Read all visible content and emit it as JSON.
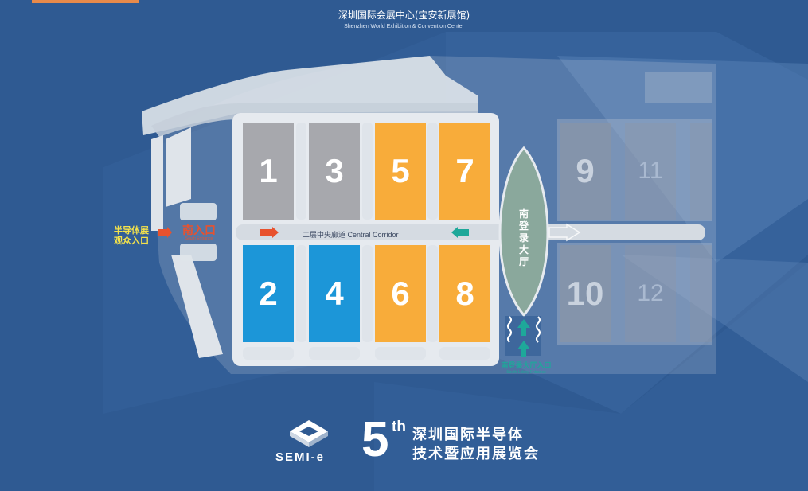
{
  "header": {
    "venue_cn": "深圳国际会展中心(宝安新展馆)",
    "venue_en": "Shenzhen World Exhibition & Convention Center"
  },
  "colors": {
    "background": "#2f5a92",
    "hall_gray": "#a7a8ad",
    "hall_blue": "#1c96d8",
    "hall_orange": "#f8ac3a",
    "lobby": "#8aa89c",
    "entrance_red": "#e8522e",
    "visitor_yellow": "#f4e24b",
    "lobby_teal": "#1ea89a"
  },
  "halls": [
    {
      "label": "1",
      "color": "gray"
    },
    {
      "label": "3",
      "color": "gray"
    },
    {
      "label": "5",
      "color": "orange"
    },
    {
      "label": "7",
      "color": "orange"
    },
    {
      "label": "2",
      "color": "blue"
    },
    {
      "label": "4",
      "color": "blue"
    },
    {
      "label": "6",
      "color": "orange"
    },
    {
      "label": "8",
      "color": "orange"
    },
    {
      "label": "9",
      "color": "inactive"
    },
    {
      "label": "11",
      "color": "inactive"
    },
    {
      "label": "10",
      "color": "inactive"
    },
    {
      "label": "12",
      "color": "inactive"
    }
  ],
  "map": {
    "corridor_label": "二层中央廊道 Central Corridor",
    "lobby_label": "南登录大厅",
    "visitor_entrance": [
      "半导体展",
      "观众入口"
    ],
    "south_entrance_cn": "南入口",
    "south_entrance_en": "South Entrance",
    "lobby_entrance_cn": "南登录大厅入口",
    "lobby_entrance_en": "South Lobby Entrance"
  },
  "footer": {
    "logo_text": "SEMI-e",
    "edition_number": "5",
    "edition_suffix": "th",
    "event_line1": "深圳国际半导体",
    "event_line2": "技术暨应用展览会"
  }
}
